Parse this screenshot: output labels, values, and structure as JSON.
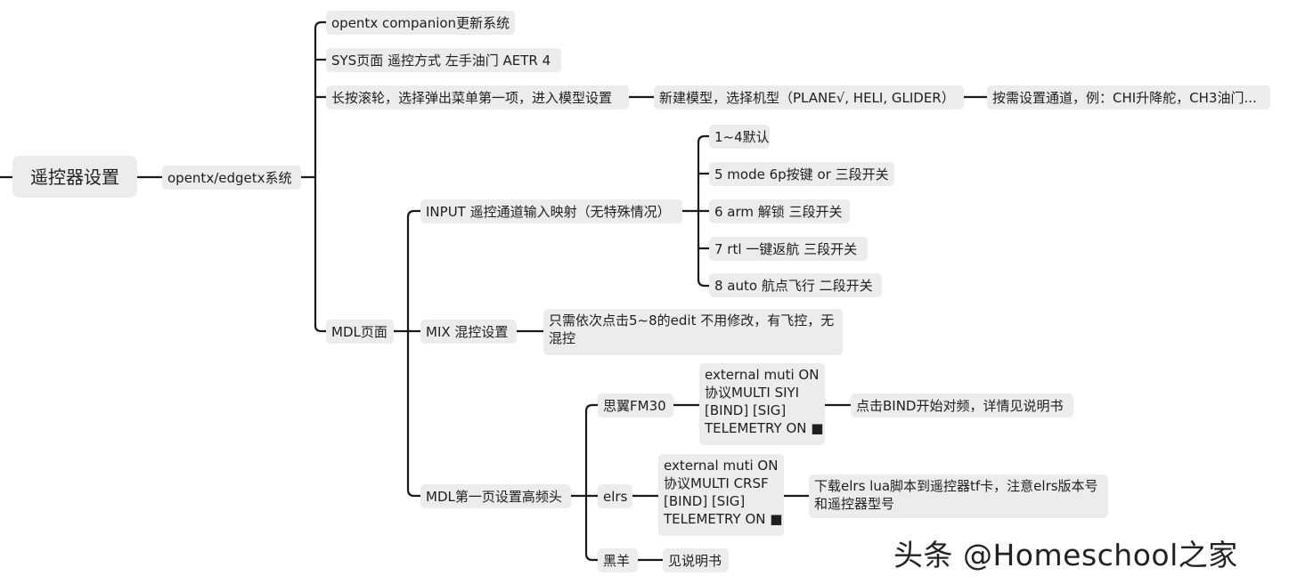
{
  "root": "遥控器设置",
  "system": "opentx/edgetx系统",
  "branches": {
    "companion": "opentx companion更新系统",
    "sys_page": "SYS页面 遥控方式 左手油门 AETR 4",
    "long_press": "长按滚轮，选择弹出菜单第一项，进入模型设置",
    "new_model": "新建模型，选择机型（PLANE√, HELI, GLIDER）",
    "channels": "按需设置通道，例：CHI升降舵，CH3油门...",
    "mdl_page": "MDL页面"
  },
  "input": {
    "label": "INPUT 遥控通道输入映射（无特殊情况）",
    "children": [
      "1~4默认",
      "5 mode 6p按键 or 三段开关",
      "6 arm 解锁 三段开关",
      "7 rtl 一键返航 三段开关",
      "8 auto 航点飞行 二段开关"
    ]
  },
  "mix": {
    "label": "MIX 混控设置",
    "note_lines": [
      "只需依次点击5~8的edit 不用修改，有飞控，无",
      "混控"
    ]
  },
  "rf": {
    "label": "MDL第一页设置高频头",
    "fm30": {
      "label": "思翼FM30",
      "detail": [
        "external muti ON",
        "协议MULTI SIYI",
        "[BIND] [SIG]",
        "TELEMETRY ON ■"
      ],
      "action": "点击BIND开始对频，详情见说明书"
    },
    "elrs": {
      "label": "elrs",
      "detail": [
        "external muti ON",
        "协议MULTI CRSF",
        "[BIND] [SIG]",
        "TELEMETRY ON ■"
      ],
      "action_lines": [
        "下载elrs lua脚本到遥控器tf卡，注意elrs版本号",
        "和遥控器型号"
      ]
    },
    "blacksheep": {
      "label": "黑羊",
      "action": "见说明书"
    }
  },
  "watermark": "头条 @Homeschool之家"
}
